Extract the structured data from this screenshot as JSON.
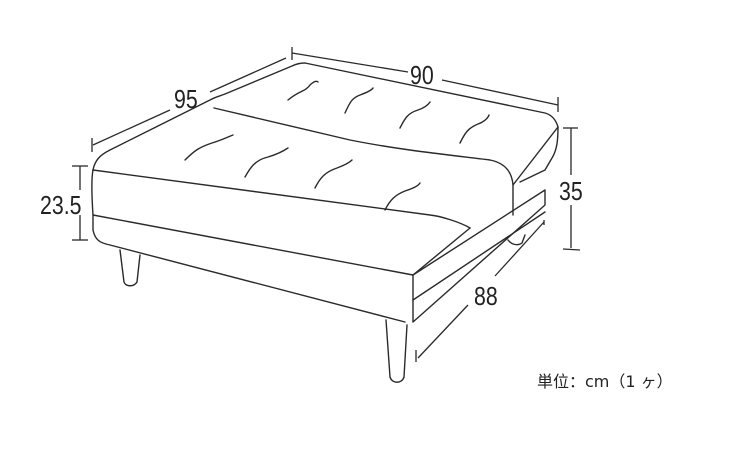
{
  "diagram": {
    "subject": "ottoman",
    "dimensions": {
      "width": "90",
      "depth": "95",
      "seat_height": "23.5",
      "total_height": "35",
      "leg_span": "88"
    },
    "unit_note": "単位：cm（1 ヶ）"
  }
}
